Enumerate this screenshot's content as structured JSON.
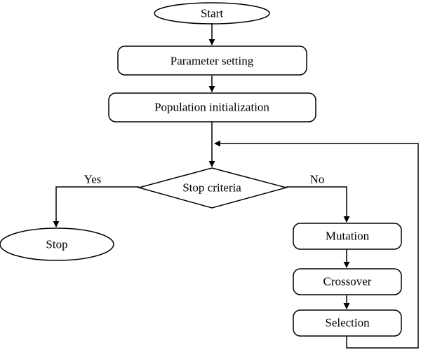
{
  "colors": {
    "terminal_fill": "#a9d3ec",
    "process_fill": "#ffffff",
    "stroke": "#000000",
    "text": "#000000"
  },
  "nodes": {
    "start": {
      "label": "Start",
      "shape": "ellipse"
    },
    "parameter_setting": {
      "label": "Parameter setting",
      "shape": "rounded-rectangle"
    },
    "population_initialization": {
      "label": "Population initialization",
      "shape": "rounded-rectangle"
    },
    "stop_criteria": {
      "label": "Stop criteria",
      "shape": "diamond"
    },
    "stop": {
      "label": "Stop",
      "shape": "ellipse"
    },
    "mutation": {
      "label": "Mutation",
      "shape": "rounded-rectangle"
    },
    "crossover": {
      "label": "Crossover",
      "shape": "rounded-rectangle"
    },
    "selection": {
      "label": "Selection",
      "shape": "rounded-rectangle"
    }
  },
  "edges": {
    "yes_label": "Yes",
    "no_label": "No",
    "connections": [
      {
        "from": "start",
        "to": "parameter_setting"
      },
      {
        "from": "parameter_setting",
        "to": "population_initialization"
      },
      {
        "from": "population_initialization",
        "to": "stop_criteria"
      },
      {
        "from": "stop_criteria",
        "to": "stop",
        "label": "Yes"
      },
      {
        "from": "stop_criteria",
        "to": "mutation",
        "label": "No"
      },
      {
        "from": "mutation",
        "to": "crossover"
      },
      {
        "from": "crossover",
        "to": "selection"
      },
      {
        "from": "selection",
        "to": "stop_criteria"
      }
    ]
  }
}
